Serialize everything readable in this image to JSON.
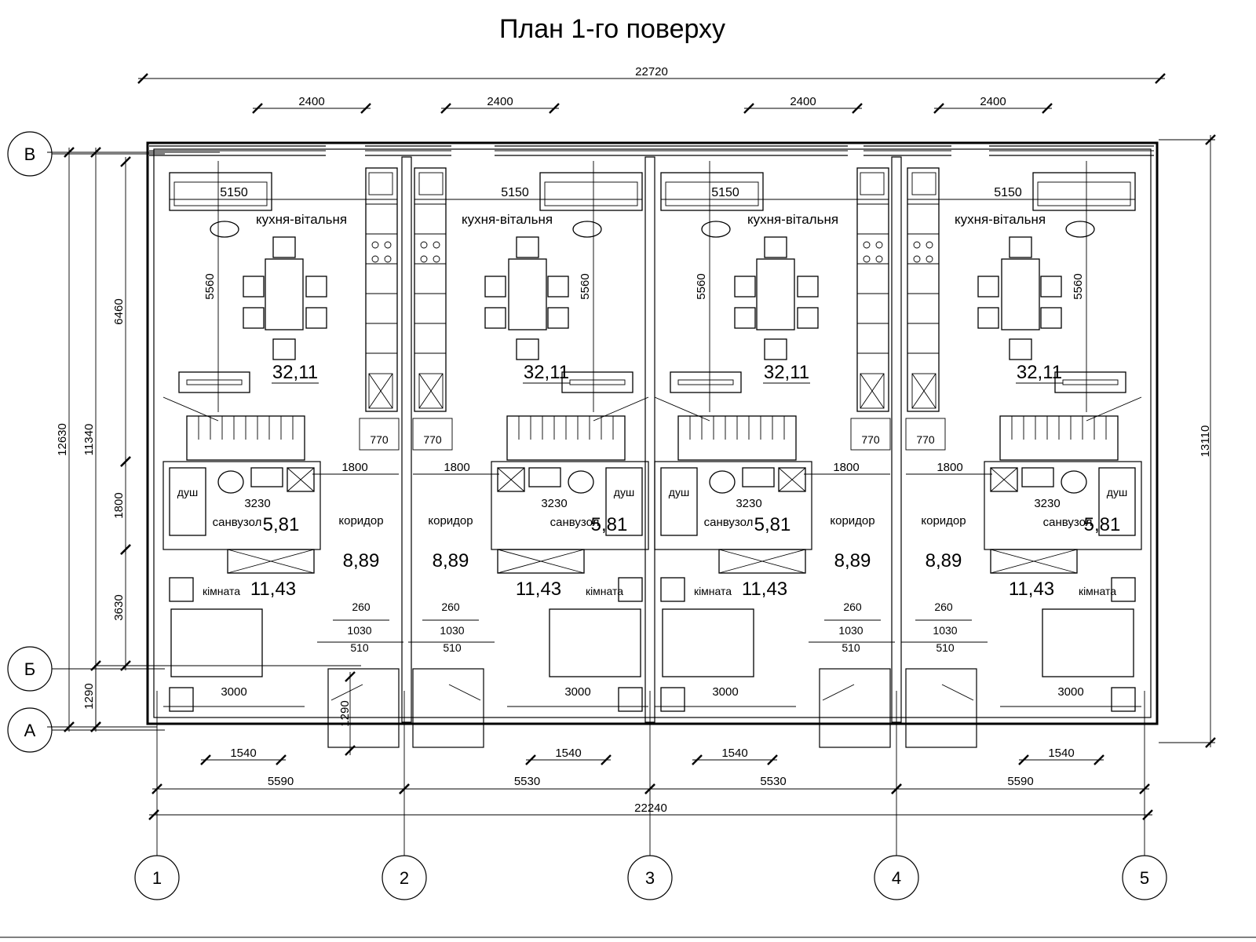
{
  "title": "План 1-го поверху",
  "overall": {
    "top": "22720",
    "bottom": "22240",
    "right": "13110"
  },
  "left_dims": {
    "outer": "12630",
    "middle": "11340",
    "kitchen": "6460",
    "bath": "1800",
    "room": "3630",
    "porch": "1290"
  },
  "axes": {
    "letters": [
      "В",
      "Б",
      "А"
    ],
    "numbers": [
      "1",
      "2",
      "3",
      "4",
      "5"
    ]
  },
  "bays": [
    "5590",
    "5530",
    "5530",
    "5590"
  ],
  "units": [
    {
      "window": "2400",
      "width": "5150",
      "kitchen_label": "кухня-вітальня",
      "kitchen_area": "32,11",
      "kitchen_depth": "5560",
      "stair_gap": "770",
      "corridor_width": "1800",
      "bath_width": "3230",
      "shower": "душ",
      "bath_label": "санвузол",
      "bath_area": "5,81",
      "corridor_label": "коридор",
      "corridor_area": "8,89",
      "room_label": "кімната",
      "room_area": "11,43",
      "door_260": "260",
      "door_1030": "1030",
      "door_510": "510",
      "room_width": "3000",
      "window_bottom": "1540"
    },
    {
      "window": "2400",
      "width": "5150",
      "kitchen_label": "кухня-вітальня",
      "kitchen_area": "32,11",
      "kitchen_depth": "5560",
      "stair_gap": "770",
      "corridor_width": "1800",
      "bath_width": "3230",
      "shower": "душ",
      "bath_label": "санвузол",
      "bath_area": "5,81",
      "corridor_label": "коридор",
      "corridor_area": "8,89",
      "room_label": "кімната",
      "room_area": "11,43",
      "door_260": "260",
      "door_1030": "1030",
      "door_510": "510",
      "room_width": "3000",
      "window_bottom": "1540"
    },
    {
      "window": "2400",
      "width": "5150",
      "kitchen_label": "кухня-вітальня",
      "kitchen_area": "32,11",
      "kitchen_depth": "5560",
      "stair_gap": "770",
      "corridor_width": "1800",
      "bath_width": "3230",
      "shower": "душ",
      "bath_label": "санвузол",
      "bath_area": "5,81",
      "corridor_label": "коридор",
      "corridor_area": "8,89",
      "room_label": "кімната",
      "room_area": "11,43",
      "door_260": "260",
      "door_1030": "1030",
      "door_510": "510",
      "room_width": "3000",
      "window_bottom": "1540"
    },
    {
      "window": "2400",
      "width": "5150",
      "kitchen_label": "кухня-вітальня",
      "kitchen_area": "32,11",
      "kitchen_depth": "5560",
      "stair_gap": "770",
      "corridor_width": "1800",
      "bath_width": "3230",
      "shower": "душ",
      "bath_label": "санвузол",
      "bath_area": "5,81",
      "corridor_label": "коридор",
      "corridor_area": "8,89",
      "room_label": "кімната",
      "room_area": "11,43",
      "door_260": "260",
      "door_1030": "1030",
      "door_510": "510",
      "room_width": "3000",
      "window_bottom": "1540"
    }
  ],
  "porch_depth": "1290"
}
